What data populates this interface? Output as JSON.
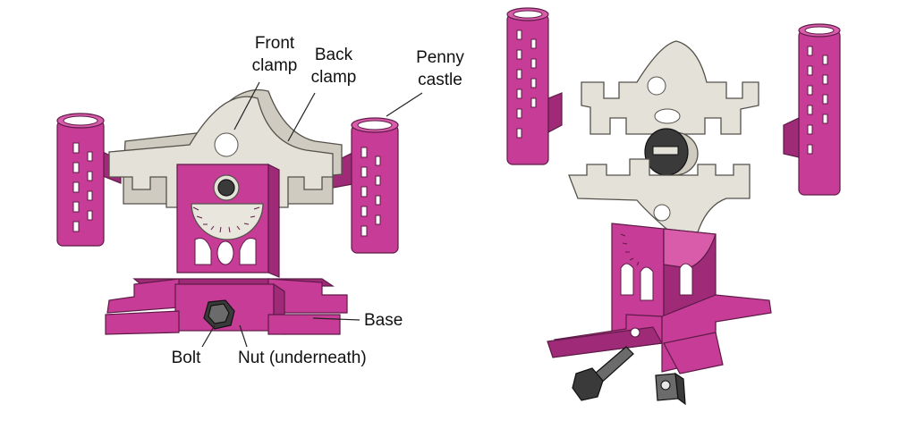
{
  "labels": {
    "front_clamp": [
      "Front",
      "clamp"
    ],
    "back_clamp": [
      "Back",
      "clamp"
    ],
    "penny_castle": [
      "Penny",
      "castle"
    ],
    "base": "Base",
    "bolt": "Bolt",
    "nut": "Nut (underneath)"
  },
  "colors": {
    "printed_part_pink": "#c63c96",
    "clamp_grey": "#e4e1d8",
    "hardware_dark": "#3a3a3a"
  }
}
